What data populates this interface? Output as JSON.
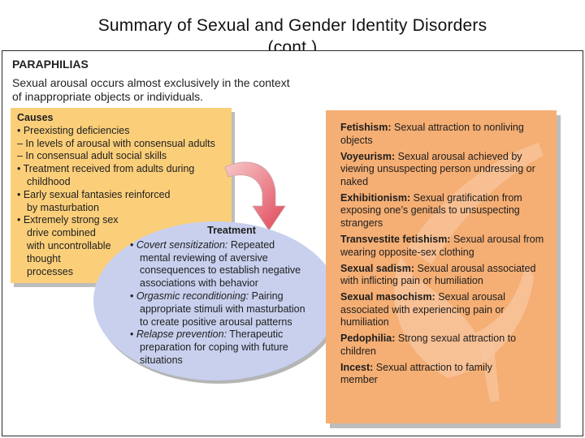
{
  "slide": {
    "title_line1": "Summary of Sexual and Gender Identity Disorders",
    "title_line2": "(cont.)"
  },
  "figure": {
    "heading": "PARAPHILIAS",
    "intro_line1": "Sexual arousal occurs almost exclusively in the context",
    "intro_line2": "of inappropriate objects or individuals.",
    "causes": {
      "heading": "Causes",
      "lines": [
        "• Preexisting deficiencies",
        "– In levels of arousal with consensual adults",
        "– In consensual adult social skills",
        "• Treatment received from adults during",
        "childhood",
        "• Early sexual fantasies reinforced",
        "by masturbation",
        "• Extremely strong sex",
        "drive combined",
        "with uncontrollable",
        "thought",
        "processes"
      ]
    },
    "treatment": {
      "heading": "Treatment",
      "items": [
        {
          "term": "Covert sensitization:",
          "lines": [
            "Repeated",
            "mental reviewing of aversive",
            "consequences to establish negative",
            "associations with behavior"
          ]
        },
        {
          "term": "Orgasmic reconditioning:",
          "lines": [
            "Pairing",
            "appropriate stimuli with masturbation",
            "to create positive arousal patterns"
          ]
        },
        {
          "term": "Relapse prevention:",
          "lines": [
            "Therapeutic",
            "preparation for coping with future",
            "situations"
          ]
        }
      ]
    },
    "types": [
      {
        "term": "Fetishism:",
        "first": "Sexual attraction to nonliving",
        "rest": [
          "objects"
        ]
      },
      {
        "term": "Voyeurism:",
        "first": "Sexual arousal achieved by",
        "rest": [
          "viewing unsuspecting person undressing or",
          "naked"
        ]
      },
      {
        "term": "Exhibitionism:",
        "first": "Sexual gratification from",
        "rest": [
          "exposing one’s genitals to unsuspecting",
          "strangers"
        ]
      },
      {
        "term": "Transvestite fetishism:",
        "first": "Sexual arousal from",
        "rest": [
          "wearing opposite-sex clothing"
        ]
      },
      {
        "term": "Sexual sadism:",
        "first": "Sexual arousal associated",
        "rest": [
          "with inflicting pain or humiliation"
        ]
      },
      {
        "term": "Sexual masochism:",
        "first": "Sexual arousal",
        "rest": [
          "associated with experiencing pain or",
          "humiliation"
        ]
      },
      {
        "term": "Pedophilia:",
        "first": "Strong sexual attraction to",
        "rest": [
          "children"
        ]
      },
      {
        "term": "Incest:",
        "first": "Sexual attraction to family",
        "rest": [
          "member"
        ]
      }
    ],
    "colors": {
      "causes_fill": "#fbcf7a",
      "treatment_fill": "#c8d0ee",
      "types_fill": "#f5ae73",
      "arrow": "#e0475a"
    }
  }
}
